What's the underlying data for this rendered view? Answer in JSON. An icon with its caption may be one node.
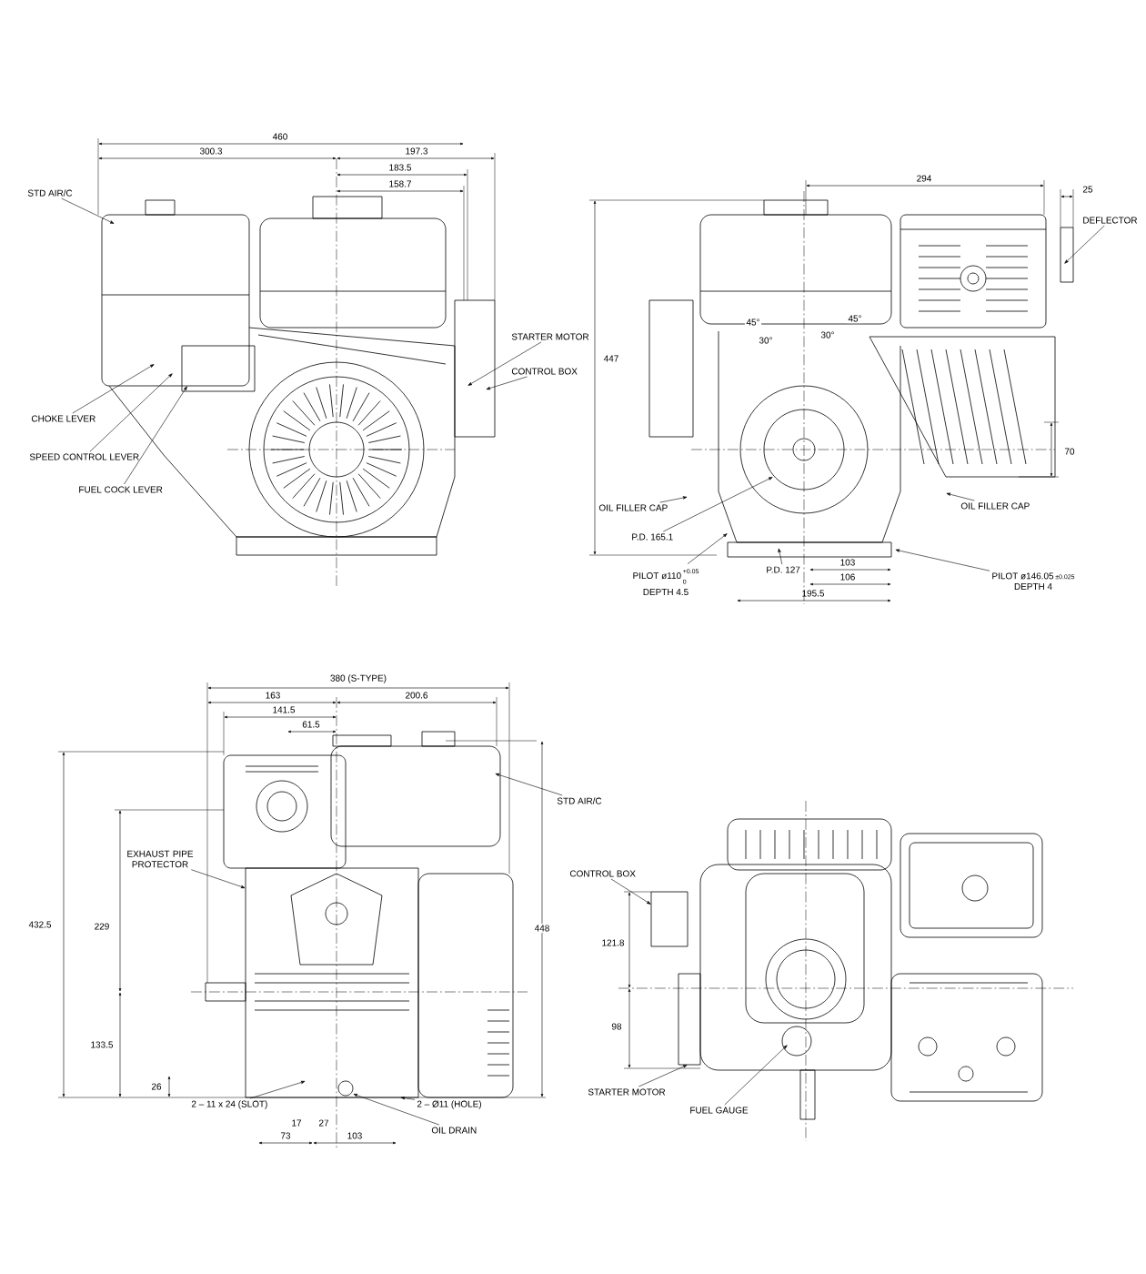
{
  "diagram": {
    "nodes": [
      {
        "text": [
          "STD AIR/C"
        ]
      },
      {
        "text": [
          "STARTER MOTOR"
        ]
      },
      {
        "text": [
          "CONTROL BOX"
        ]
      },
      {
        "text": [
          "CHOKE LEVER"
        ]
      },
      {
        "text": [
          "SPEED CONTROL LEVER"
        ]
      },
      {
        "text": [
          "FUEL COCK LEVER"
        ]
      },
      {
        "text": [
          "DEFLECTOR"
        ]
      },
      {
        "text": [
          "OIL FILLER CAP"
        ]
      },
      {
        "text": [
          "OIL FILLER CAP"
        ]
      },
      {
        "text": [
          "P.D. 165.1"
        ]
      },
      {
        "text": [
          "P.D. 127"
        ]
      },
      {
        "text": [
          "PILOT ø110",
          "+0.05",
          "0",
          "DEPTH 4.5"
        ]
      },
      {
        "text": [
          "PILOT ø146.05",
          "±0.025",
          "DEPTH 4"
        ]
      },
      {
        "text": [
          "STD AIR/C"
        ]
      },
      {
        "text": [
          "EXHAUST PIPE PROTECTOR"
        ]
      },
      {
        "text": [
          "2 – 11 x 24 (SLOT)"
        ]
      },
      {
        "text": [
          "2 – Ø11 (HOLE)"
        ]
      },
      {
        "text": [
          "OIL DRAIN"
        ]
      },
      {
        "text": [
          "CONTROL BOX"
        ]
      },
      {
        "text": [
          "STARTER MOTOR"
        ]
      },
      {
        "text": [
          "FUEL GAUGE"
        ]
      }
    ],
    "edges": [
      {
        "from": 0,
        "to": null,
        "arrow": "to"
      },
      {
        "from": 1,
        "to": null,
        "arrow": "to"
      },
      {
        "from": 2,
        "to": null,
        "arrow": "to"
      },
      {
        "from": 3,
        "to": null,
        "arrow": "to"
      },
      {
        "from": 4,
        "to": null,
        "arrow": "to"
      },
      {
        "from": 5,
        "to": null,
        "arrow": "to"
      },
      {
        "from": 6,
        "to": null,
        "arrow": "to"
      },
      {
        "from": 7,
        "to": null,
        "arrow": "to"
      },
      {
        "from": 8,
        "to": null,
        "arrow": "to"
      },
      {
        "from": 9,
        "to": null,
        "arrow": "to"
      },
      {
        "from": 10,
        "to": null,
        "arrow": "to"
      },
      {
        "from": 11,
        "to": null,
        "arrow": "to"
      },
      {
        "from": 12,
        "to": null,
        "arrow": "to"
      },
      {
        "from": 13,
        "to": null,
        "arrow": "to"
      },
      {
        "from": 14,
        "to": null,
        "arrow": "to"
      },
      {
        "from": 15,
        "to": null,
        "arrow": "to"
      },
      {
        "from": 16,
        "to": null,
        "arrow": "to"
      },
      {
        "from": 17,
        "to": null,
        "arrow": "to"
      },
      {
        "from": 18,
        "to": null,
        "arrow": "to"
      },
      {
        "from": 19,
        "to": null,
        "arrow": "to"
      },
      {
        "from": 20,
        "to": null,
        "arrow": "to"
      }
    ],
    "labels": [
      "460",
      "300.3",
      "197.3",
      "183.5",
      "158.7",
      "294",
      "25",
      "447",
      "45°",
      "45°",
      "30°",
      "30°",
      "70",
      "103",
      "106",
      "195.5",
      "380 (S-TYPE)",
      "163",
      "141.5",
      "200.6",
      "61.5",
      "432.5",
      "229",
      "448",
      "133.5",
      "26",
      "17",
      "27",
      "73",
      "103",
      "121.8",
      "98"
    ]
  }
}
